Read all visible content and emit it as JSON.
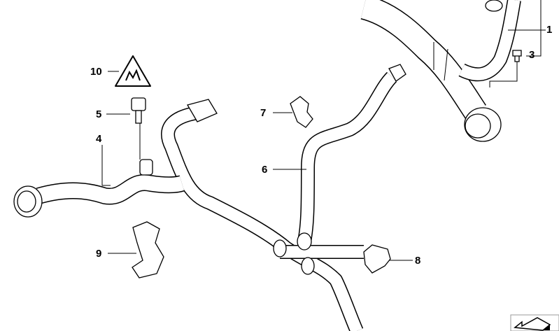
{
  "diagram": {
    "callouts": [
      {
        "id": "1",
        "label": "1",
        "part": "radiator-hose-upper"
      },
      {
        "id": "3",
        "label": "3",
        "part": "bleed-screw"
      },
      {
        "id": "4",
        "label": "4",
        "part": "coolant-hose"
      },
      {
        "id": "5",
        "label": "5",
        "part": "temperature-sensor"
      },
      {
        "id": "6",
        "label": "6",
        "part": "heater-hose"
      },
      {
        "id": "7",
        "label": "7",
        "part": "hose-clip"
      },
      {
        "id": "8",
        "label": "8",
        "part": "hose-clip"
      },
      {
        "id": "9",
        "label": "9",
        "part": "hose-bracket"
      },
      {
        "id": "10",
        "label": "10",
        "part": "warning-label"
      }
    ]
  }
}
